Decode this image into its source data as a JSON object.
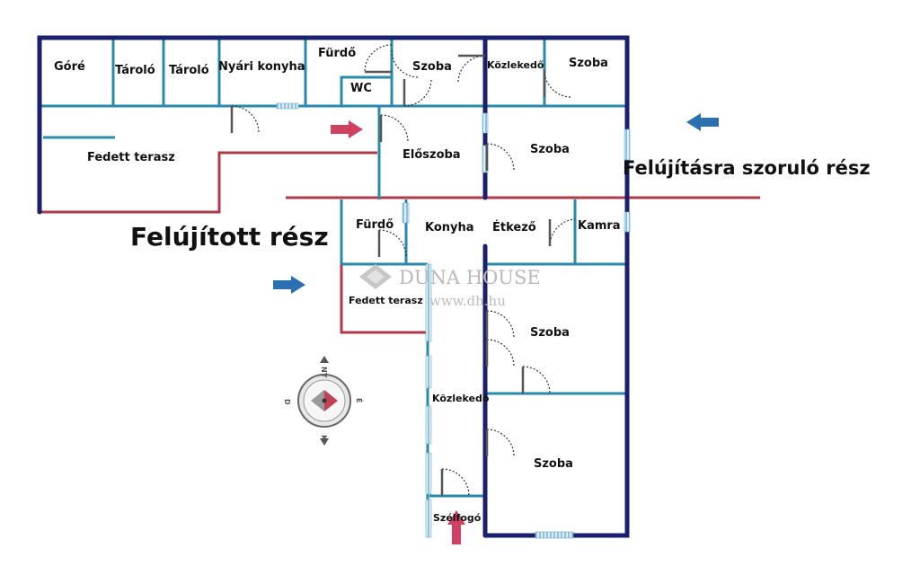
{
  "rooms": {
    "gore": "Góré",
    "tarolo_1": "Tároló",
    "tarolo_2": "Tároló",
    "nyari_konyha": "Nyári konyha",
    "furdo_top": "Fürdő",
    "wc": "WC",
    "szoba_top": "Szoba",
    "kozlekedo_top": "Közlekedő",
    "szoba_top_right": "Szoba",
    "fedett_terasz_top": "Fedett terasz",
    "eloszoba": "Előszoba",
    "szoba_upper_right": "Szoba",
    "furdo_mid": "Fürdő",
    "konyha": "Konyha",
    "etkezo": "Étkező",
    "kamra": "Kamra",
    "fedett_terasz_mid": "Fedett terasz",
    "szoba_mid_right": "Szoba",
    "kozlekedo_mid": "Közlekedő",
    "szoba_bottom_right": "Szoba",
    "szelfogo": "Szélfogó"
  },
  "sections": {
    "renovated": "Felújított rész",
    "needs_renovation": "Felújításra szoruló rész"
  },
  "watermark": {
    "brand": "DUNA HOUSE",
    "url": "www.dh.hu"
  },
  "compass": {
    "north": "NY",
    "east": "É",
    "south": "K",
    "west": "D"
  },
  "colors": {
    "outer_wall": "#1a1f6e",
    "inner_wall": "#2a8aa8",
    "divider_line": "#b03a48",
    "arrow_blue": "#2a6fb0",
    "arrow_red": "#d04060"
  }
}
